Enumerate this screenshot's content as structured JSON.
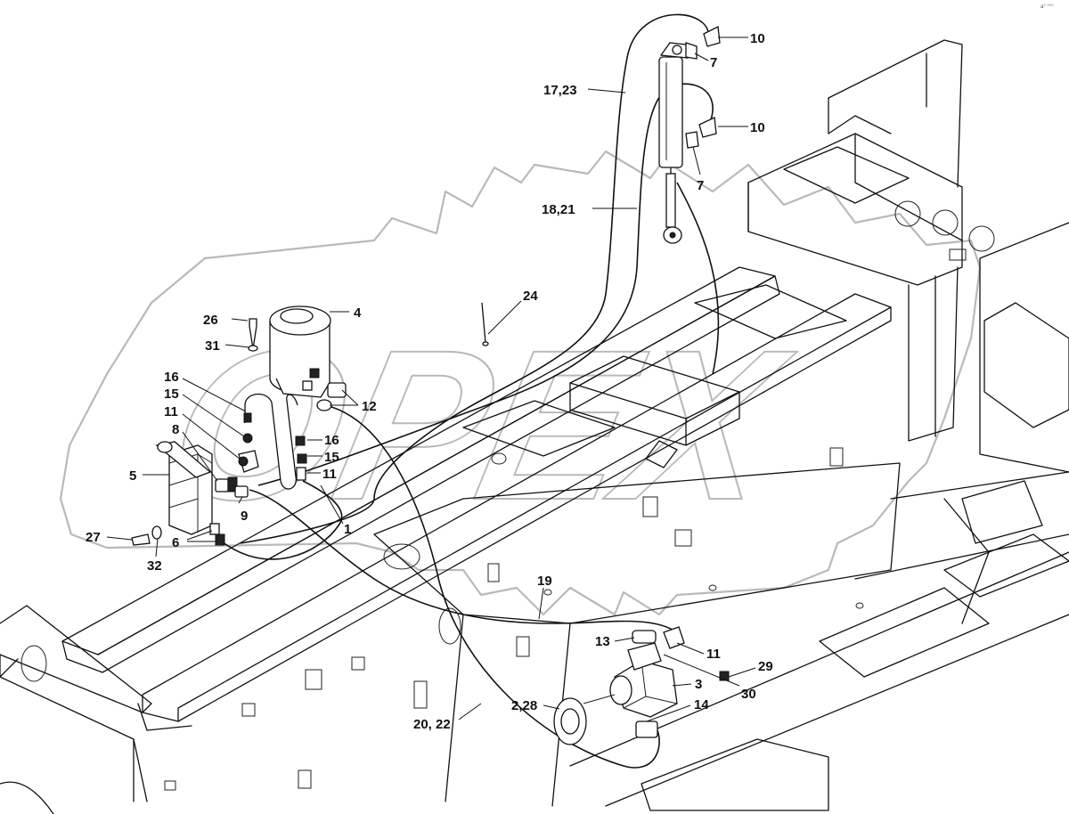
{
  "diagram": {
    "corner_mark": "a° °°°",
    "watermark_text": "OPEX",
    "callouts": [
      {
        "id": "c10a",
        "text": "10"
      },
      {
        "id": "c7a",
        "text": "7"
      },
      {
        "id": "c1723",
        "text": "17,23"
      },
      {
        "id": "c10b",
        "text": "10"
      },
      {
        "id": "c7b",
        "text": "7"
      },
      {
        "id": "c1821",
        "text": "18,21"
      },
      {
        "id": "c24",
        "text": "24"
      },
      {
        "id": "c26",
        "text": "26"
      },
      {
        "id": "c4",
        "text": "4"
      },
      {
        "id": "c31",
        "text": "31"
      },
      {
        "id": "c16a",
        "text": "16"
      },
      {
        "id": "c12",
        "text": "12"
      },
      {
        "id": "c15a",
        "text": "15"
      },
      {
        "id": "c11a",
        "text": "11"
      },
      {
        "id": "c16b",
        "text": "16"
      },
      {
        "id": "c8",
        "text": "8"
      },
      {
        "id": "c15b",
        "text": "15"
      },
      {
        "id": "c11b",
        "text": "11"
      },
      {
        "id": "c5",
        "text": "5"
      },
      {
        "id": "c9",
        "text": "9"
      },
      {
        "id": "c1",
        "text": "1"
      },
      {
        "id": "c27",
        "text": "27"
      },
      {
        "id": "c6",
        "text": "6"
      },
      {
        "id": "c32",
        "text": "32"
      },
      {
        "id": "c19",
        "text": "19"
      },
      {
        "id": "c13",
        "text": "13"
      },
      {
        "id": "c11c",
        "text": "11"
      },
      {
        "id": "c29",
        "text": "29"
      },
      {
        "id": "c3",
        "text": "3"
      },
      {
        "id": "c30",
        "text": "30"
      },
      {
        "id": "c228",
        "text": "2,28"
      },
      {
        "id": "c14",
        "text": "14"
      },
      {
        "id": "c2022",
        "text": "20, 22"
      }
    ]
  }
}
